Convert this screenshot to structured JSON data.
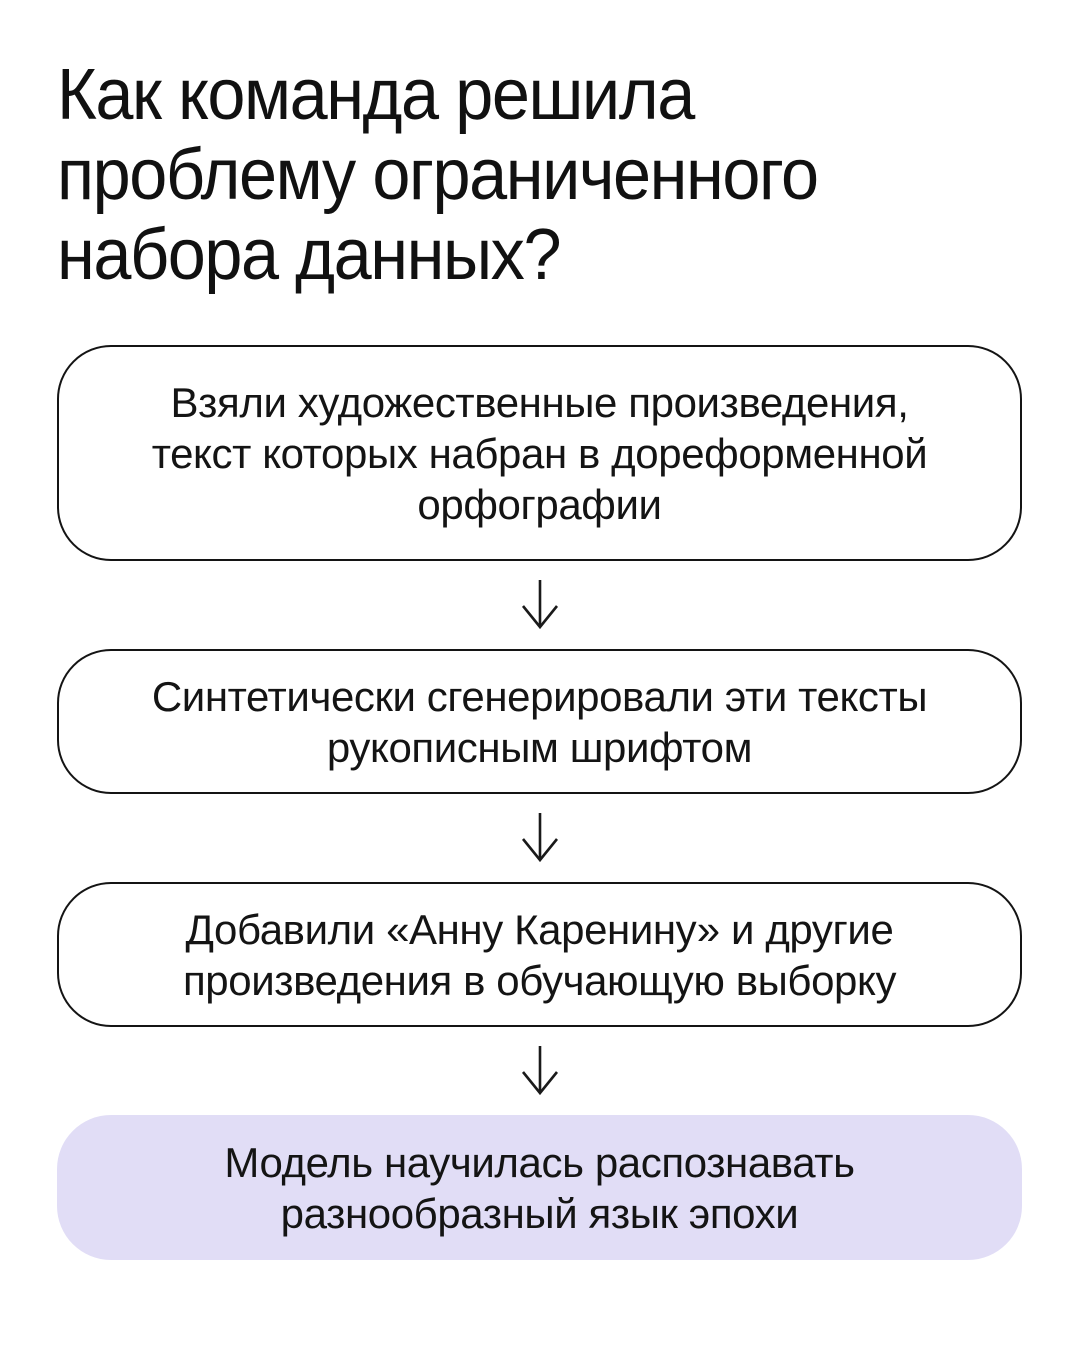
{
  "page": {
    "background": "#ffffff",
    "title": "Как команда решила\nпроблему ограниченного\nнабора данных?"
  },
  "flow": {
    "steps": [
      {
        "text": "Взяли художественные произведения,\nтекст которых набран в дореформенной\nорфографии",
        "variant": "outlined"
      },
      {
        "text": "Синтетически сгенерировали эти тексты\nрукописным шрифтом",
        "variant": "outlined"
      },
      {
        "text": "Добавили «Анну Каренину» и другие\nпроизведения в обучающую выборку",
        "variant": "outlined"
      },
      {
        "text": "Модель научилась распознавать\nразнообразный язык эпохи",
        "variant": "highlighted"
      }
    ],
    "arrow_icon": "down-arrow",
    "colors": {
      "highlight_fill": "#e1ddf6",
      "outline_stroke": "#141414",
      "text": "#141414",
      "arrow_stroke": "#1a1a1a"
    }
  }
}
